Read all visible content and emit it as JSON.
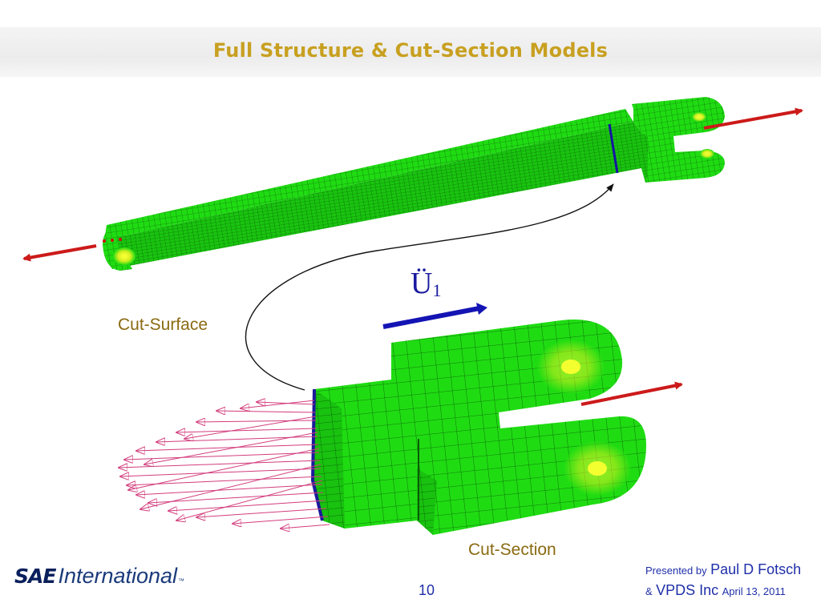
{
  "slide": {
    "title": "Full Structure & Cut-Section Models",
    "page_number": "10"
  },
  "labels": {
    "cut_surface": "Cut-Surface",
    "cut_section": "Cut-Section",
    "acceleration_symbol": "Ü",
    "acceleration_subscript": "1"
  },
  "footer": {
    "presented_by": "Presented by",
    "presenter": "Paul D Fotsch",
    "amp": "&",
    "company": "VPDS Inc",
    "date": "April 13, 2011",
    "logo_sae": "SAE",
    "logo_international": "International",
    "logo_tm": "™"
  },
  "colors": {
    "title": "#c8a020",
    "mesh_green": "#1fdc12",
    "mesh_lines": "#0a5a08",
    "arrow_red": "#cc1a1a",
    "arrow_blue": "#1414b4",
    "load_pink": "#d23c7c",
    "label_brown": "#8a6a12",
    "footer_blue": "#1f2fa8"
  }
}
